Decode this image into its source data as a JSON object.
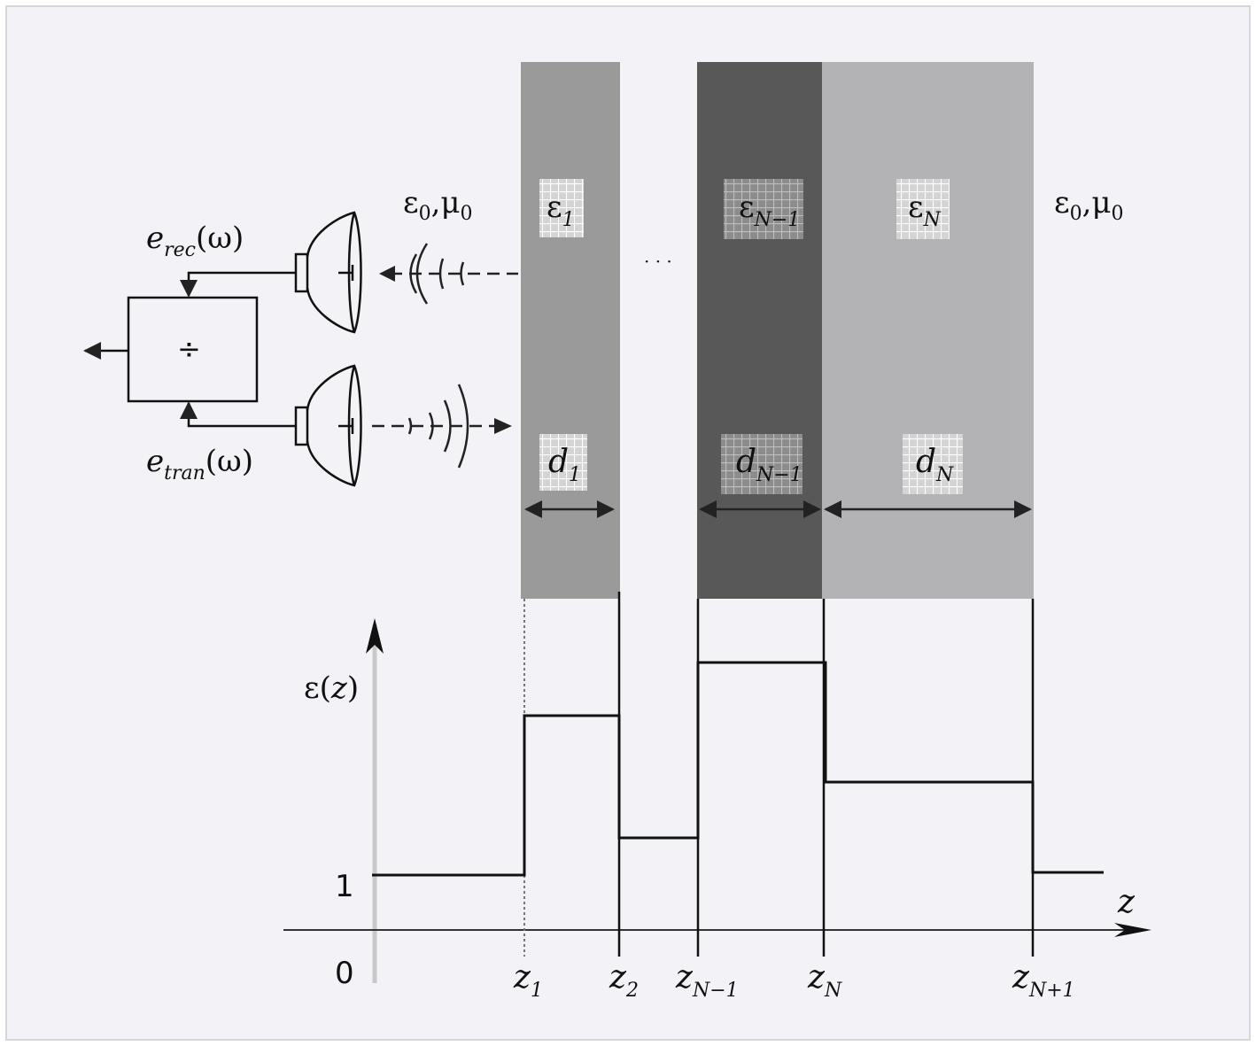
{
  "colors": {
    "panel_bg": "#f3f3f7",
    "panel_border": "#d6d6dc",
    "layer_1": "#9a9a9a",
    "layer_n_minus_1": "#585858",
    "layer_n": "#b3b3b5",
    "ink": "#111111"
  },
  "labels": {
    "medium_left": {
      "main": "ε",
      "sub1": "0",
      "mid": ",μ",
      "sub2": "0"
    },
    "medium_right": {
      "main": "ε",
      "sub1": "0",
      "mid": ",μ",
      "sub2": "0"
    },
    "eps_1": {
      "main": "ε",
      "sub": "1"
    },
    "eps_n_minus_1": {
      "main": "ε",
      "sub": "N−1"
    },
    "eps_n": {
      "main": "ε",
      "sub": "N"
    },
    "d_1": {
      "main": "d",
      "sub": "1"
    },
    "d_n_minus_1": {
      "main": "d",
      "sub": "N−1"
    },
    "d_n": {
      "main": "d",
      "sub": "N"
    },
    "ellipsis": "· · ·",
    "e_rec": {
      "main": "e",
      "sub": "rec",
      "tail": "(ω)"
    },
    "e_tran": {
      "main": "e",
      "sub": "tran",
      "tail": "(ω)"
    },
    "divide_symbol": "÷"
  },
  "plot": {
    "y_axis_label": {
      "pre": "ε(",
      "var": "z",
      "post": ")"
    },
    "x_axis_label": "z",
    "y_tick_1": "1",
    "y_tick_0": "0",
    "z_ticks": [
      {
        "main": "z",
        "sub": "1"
      },
      {
        "main": "z",
        "sub": "2"
      },
      {
        "main": "z",
        "sub": "N−1"
      },
      {
        "main": "z",
        "sub": "N"
      },
      {
        "main": "z",
        "sub": "N+1"
      }
    ]
  }
}
